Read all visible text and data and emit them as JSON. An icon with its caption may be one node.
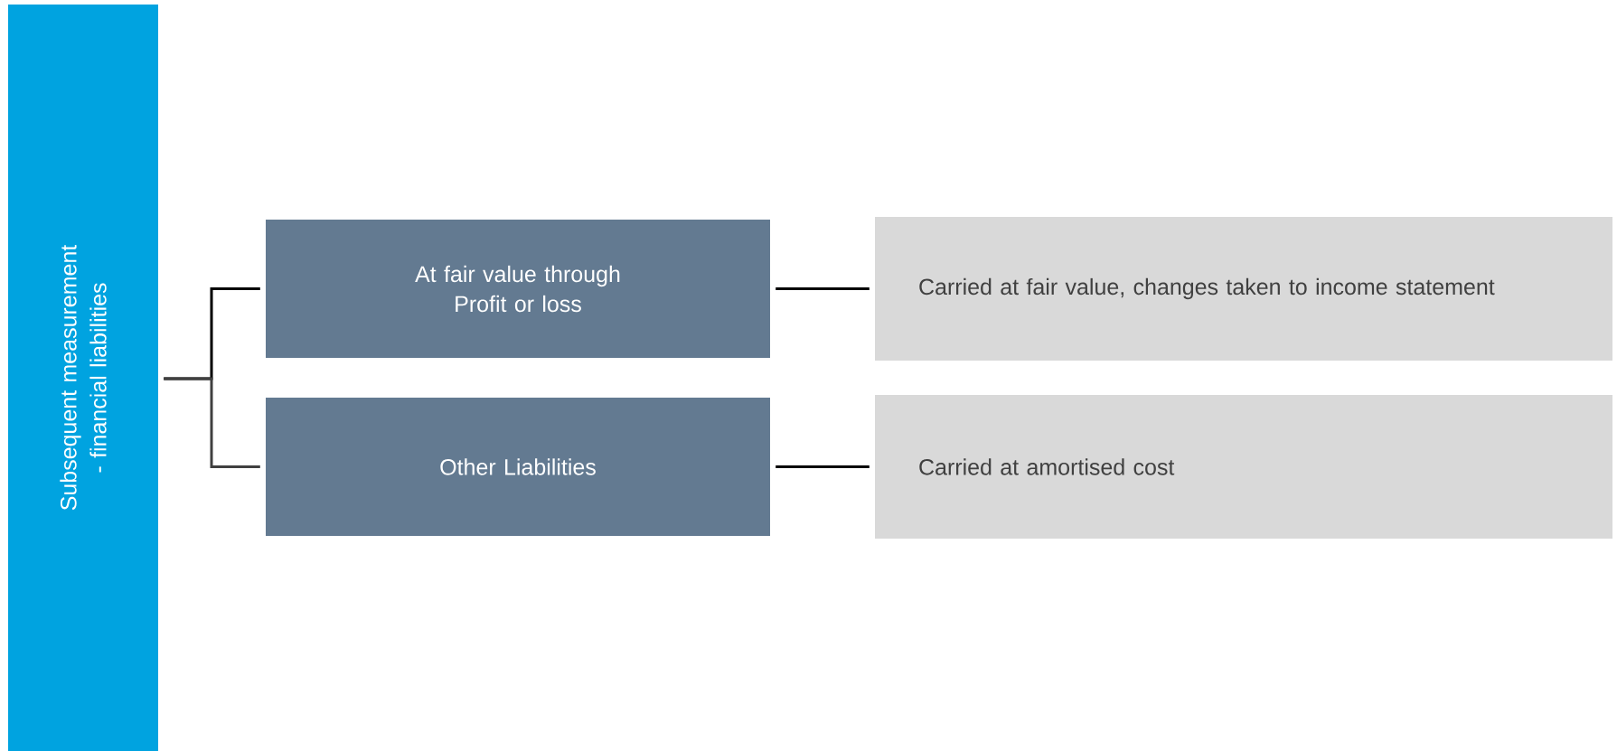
{
  "diagram": {
    "nodes": [
      {
        "text": [
          "Subsequent measurement - financial liabilities"
        ]
      },
      {
        "text": [
          "At fair value through Profit or loss"
        ]
      },
      {
        "text": [
          "Other Liabilities"
        ]
      },
      {
        "text": [
          "Carried at fair value, changes taken to income statement"
        ]
      },
      {
        "text": [
          "Carried at amortised cost"
        ]
      }
    ],
    "edges": [
      {
        "from": 0,
        "to": 1,
        "arrow": "none"
      },
      {
        "from": 0,
        "to": 2,
        "arrow": "none",
        "color": "#404040"
      },
      {
        "from": 1,
        "to": 3,
        "arrow": "none"
      },
      {
        "from": 2,
        "to": 4,
        "arrow": "none"
      }
    ]
  }
}
